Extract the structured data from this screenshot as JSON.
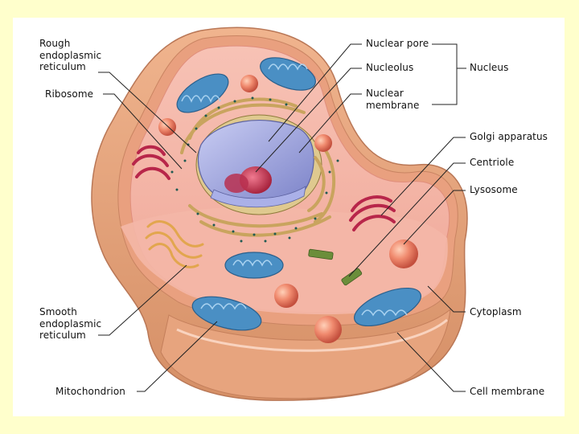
{
  "labels": {
    "rough_er": "Rough\nendoplasmic\nreticulum",
    "ribosome": "Ribosome",
    "smooth_er": "Smooth\nendoplasmic\nreticulum",
    "mitochondrion": "Mitochondrion",
    "nuclear_pore": "Nuclear pore",
    "nucleolus": "Nucleolus",
    "nuclear_membrane": "Nuclear\nmembrane",
    "nucleus": "Nucleus",
    "golgi": "Golgi apparatus",
    "centriole": "Centriole",
    "lysosome": "Lysosome",
    "cytoplasm": "Cytoplasm",
    "cell_membrane": "Cell membrane"
  },
  "colors": {
    "page_background": "#ffffcc",
    "panel_background": "#ffffff",
    "membrane": "#e7a37c",
    "cytoplasm": "#f2b3a5",
    "mitochondrion": "#4a8fc4",
    "nucleus": "#8f95d6",
    "nucleolus": "#c23a55",
    "lysosome": "#e8735a",
    "golgi": "#b8264a",
    "smooth_er": "#e2a64e",
    "centriole": "#6b8e3a",
    "leader_line": "#222222"
  }
}
